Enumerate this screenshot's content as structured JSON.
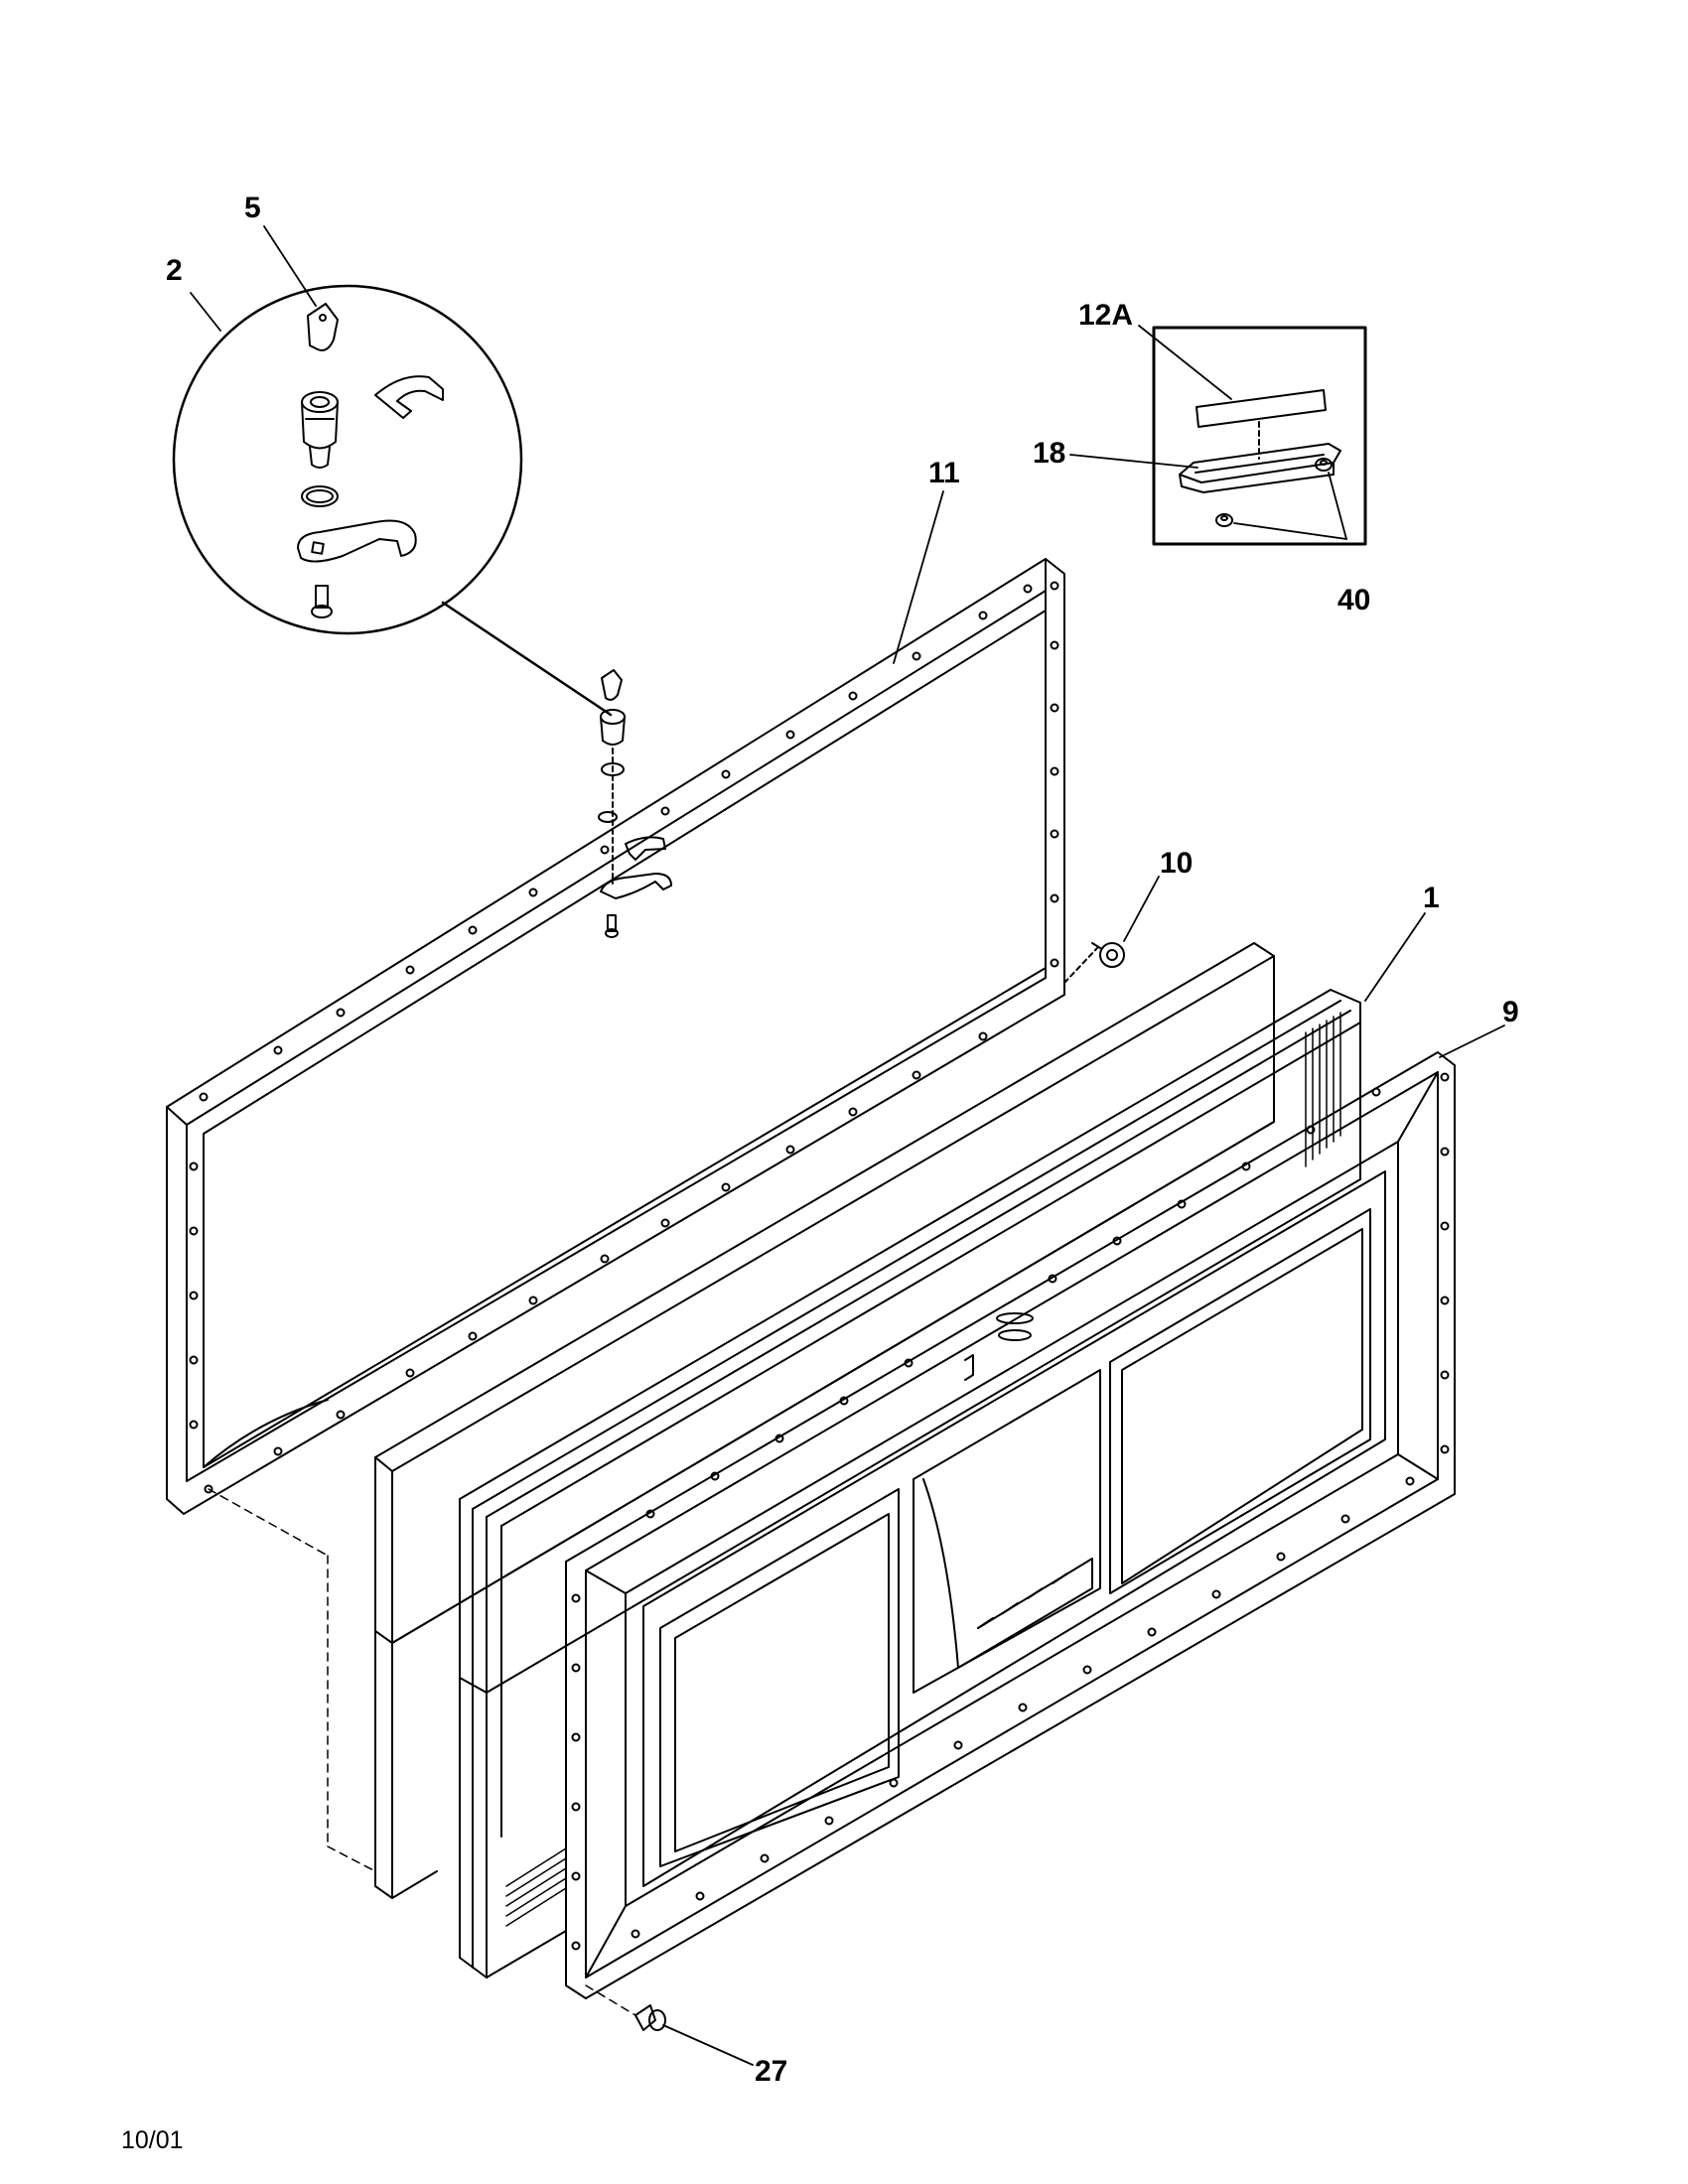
{
  "callouts": {
    "c5": "5",
    "c2": "2",
    "c12a": "12A",
    "c18": "18",
    "c40": "40",
    "c11": "11",
    "c10": "10",
    "c1": "1",
    "c9": "9",
    "c27": "27"
  },
  "footer": {
    "date_code": "10/01"
  }
}
